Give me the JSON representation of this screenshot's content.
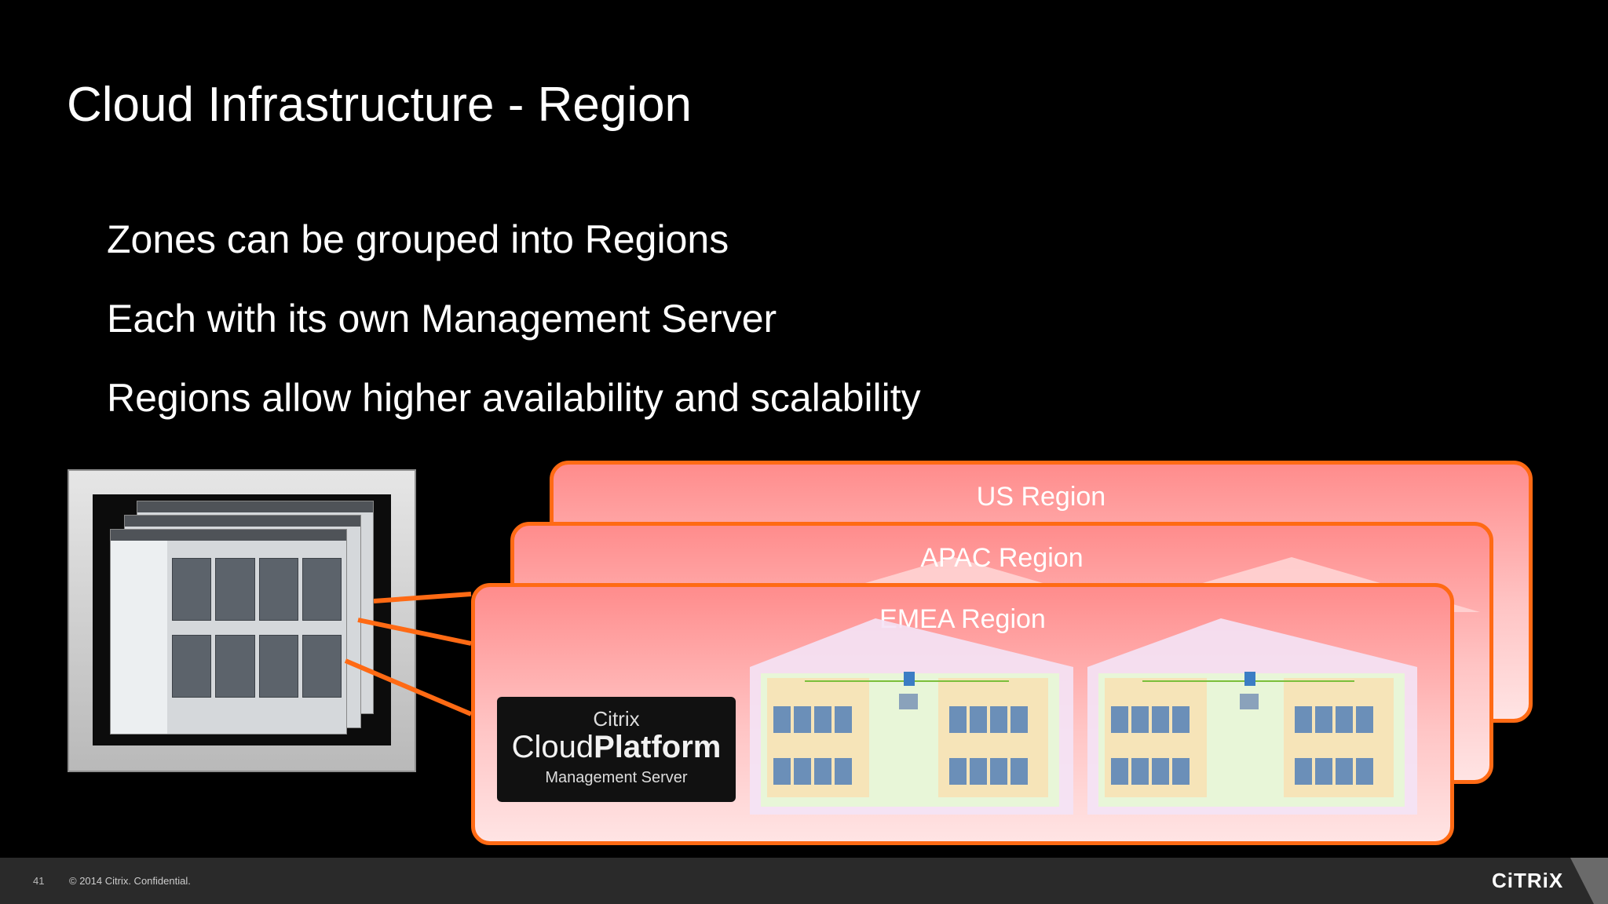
{
  "slide": {
    "title": "Cloud Infrastructure - Region",
    "bullets": [
      "Zones can be grouped into Regions",
      "Each with its own Management Server",
      "Regions allow higher availability and scalability"
    ]
  },
  "regions": {
    "us": "US Region",
    "apac": "APAC Region",
    "emea": "EMEA Region"
  },
  "management_server": {
    "brand": "Citrix",
    "product_light": "Cloud",
    "product_bold": "Platform",
    "subtitle": "Management Server"
  },
  "footer": {
    "slide_number": "41",
    "copyright": "© 2014 Citrix. Confidential.",
    "logo": "CiTRiX"
  },
  "colors": {
    "accent": "#ff6a14",
    "region_fill": "#ff8c8c",
    "background": "#000000"
  }
}
